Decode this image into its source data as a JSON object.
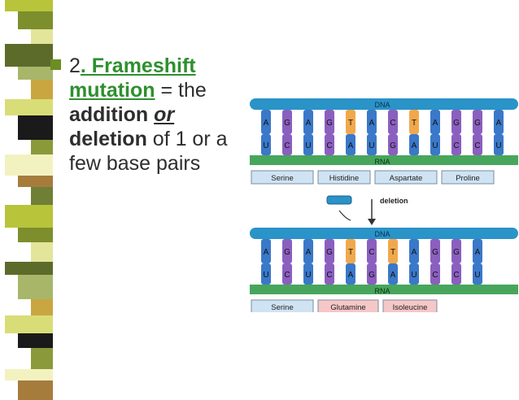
{
  "slide": {
    "bullet_number": "2",
    "term": ". Frameshift mutation",
    "equals": " =",
    "def_part1": "the ",
    "def_addition": "addition",
    "def_or": "or",
    "def_deletion": "deletion",
    "def_part2": " of 1 or a few base pairs"
  },
  "figure": {
    "dna_label": "DNA",
    "rna_label": "RNA",
    "deletion_label": "deletion",
    "top": {
      "dna_bases": [
        "A",
        "G",
        "A",
        "G",
        "T",
        "A",
        "C",
        "T",
        "A",
        "G",
        "G",
        "A"
      ],
      "rna_bases": [
        "U",
        "C",
        "U",
        "C",
        "A",
        "U",
        "G",
        "A",
        "U",
        "C",
        "C",
        "U"
      ],
      "amino_acids": [
        "Serine",
        "Histidine",
        "Aspartate",
        "Proline"
      ]
    },
    "bottom": {
      "dna_bases": [
        "A",
        "G",
        "A",
        "G",
        "T",
        "C",
        "T",
        "A",
        "G",
        "G",
        "A"
      ],
      "rna_bases": [
        "U",
        "C",
        "U",
        "C",
        "A",
        "G",
        "A",
        "U",
        "C",
        "C",
        "U"
      ],
      "amino_acids": [
        "Serine",
        "Glutamine",
        "Isoleucine"
      ]
    },
    "colors": {
      "A": "#3a78c9",
      "U": "#3a78c9",
      "G": "#8b5fbf",
      "C": "#8b5fbf",
      "T": "#f1a84c",
      "dna_backbone": "#2a93c8",
      "rna_backbone": "#47a65c",
      "normal_box": "#cfe3f3",
      "mutant_box": "#f6c7c7"
    }
  }
}
